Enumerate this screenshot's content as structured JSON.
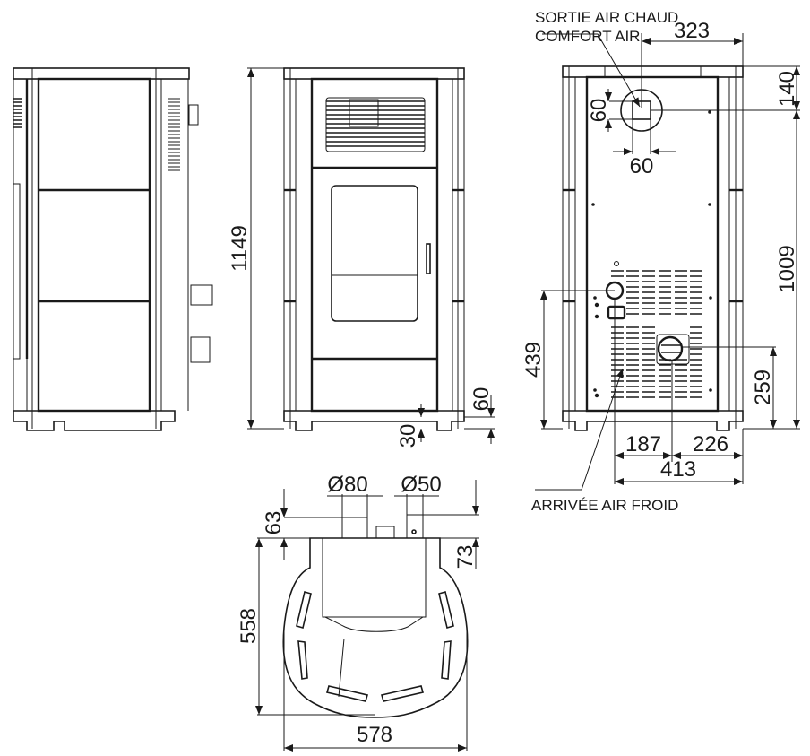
{
  "figure": {
    "type": "technical-dimension-drawing",
    "subject": "pellet stove",
    "views": [
      "side",
      "front",
      "back",
      "top"
    ]
  },
  "labels": {
    "hot_air_outlet_line1": "SORTIE AIR CHAUD",
    "hot_air_outlet_line2": "COMFORT AIR",
    "cold_air_inlet": "ARRIVÉE AIR FROID"
  },
  "dimensions": {
    "front_height": "1149",
    "front_base_gap": "30",
    "front_foot_height": "60",
    "back_outlet_offset_x": "323",
    "back_outlet_offset_top": "140",
    "back_outlet_height": "60",
    "back_outlet_width": "60",
    "back_outlet_center_height": "1009",
    "back_inlet_height": "439",
    "back_intake_height": "259",
    "back_left_offset": "187",
    "back_right_offset": "226",
    "back_total_offset": "413",
    "top_flue_diameter": "Ø80",
    "top_air_diameter": "Ø50",
    "top_flue_protrusion": "63",
    "top_air_protrusion": "73",
    "top_depth": "558",
    "top_width": "578"
  },
  "colors": {
    "line": "#1a1a1a",
    "background": "#ffffff"
  }
}
